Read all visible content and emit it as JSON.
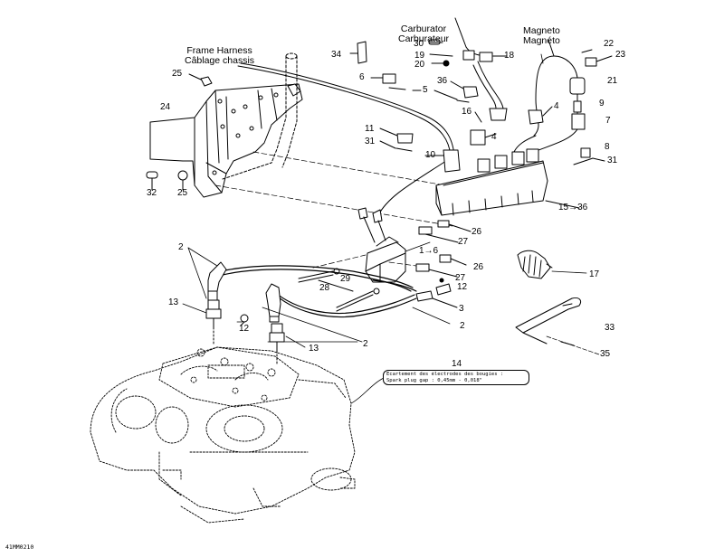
{
  "figure_code": "41MM0210",
  "titles": {
    "frame_harness": [
      "Frame Harness",
      "Câblage chassis"
    ],
    "carburator": [
      "Carburator",
      "Carburateur"
    ],
    "magneto": [
      "Magneto",
      "Magnéto"
    ]
  },
  "note": {
    "ref": "14",
    "line1": "Ecartement des électrodes des bougies :",
    "line2": "Spark plug gap :    0,45mm - 0,018\""
  },
  "callouts": {
    "c34": "34",
    "c30": "30",
    "c19": "19",
    "c20": "20",
    "c18": "18",
    "c22": "22",
    "c23": "23",
    "c25a": "25",
    "c6": "6",
    "c5": "5",
    "c36a": "36",
    "c21": "21",
    "c24": "24",
    "c16": "16",
    "c9": "9",
    "c4a": "4",
    "c7": "7",
    "c11": "11",
    "c31a": "31",
    "c4b": "4",
    "c10": "10",
    "c8": "8",
    "c31b": "31",
    "c32": "32",
    "c25b": "25",
    "c15": "15→36",
    "c26a": "26",
    "c27a": "27",
    "c2a": "2",
    "c1": "1→6",
    "c26b": "26",
    "c17": "17",
    "c29": "29",
    "c27b": "27",
    "c28": "28",
    "c12a": "12",
    "c13a": "13",
    "c3": "3",
    "c12b": "12",
    "c2b": "2",
    "c33": "33",
    "c2c": "2",
    "c13b": "13",
    "c35": "35"
  }
}
